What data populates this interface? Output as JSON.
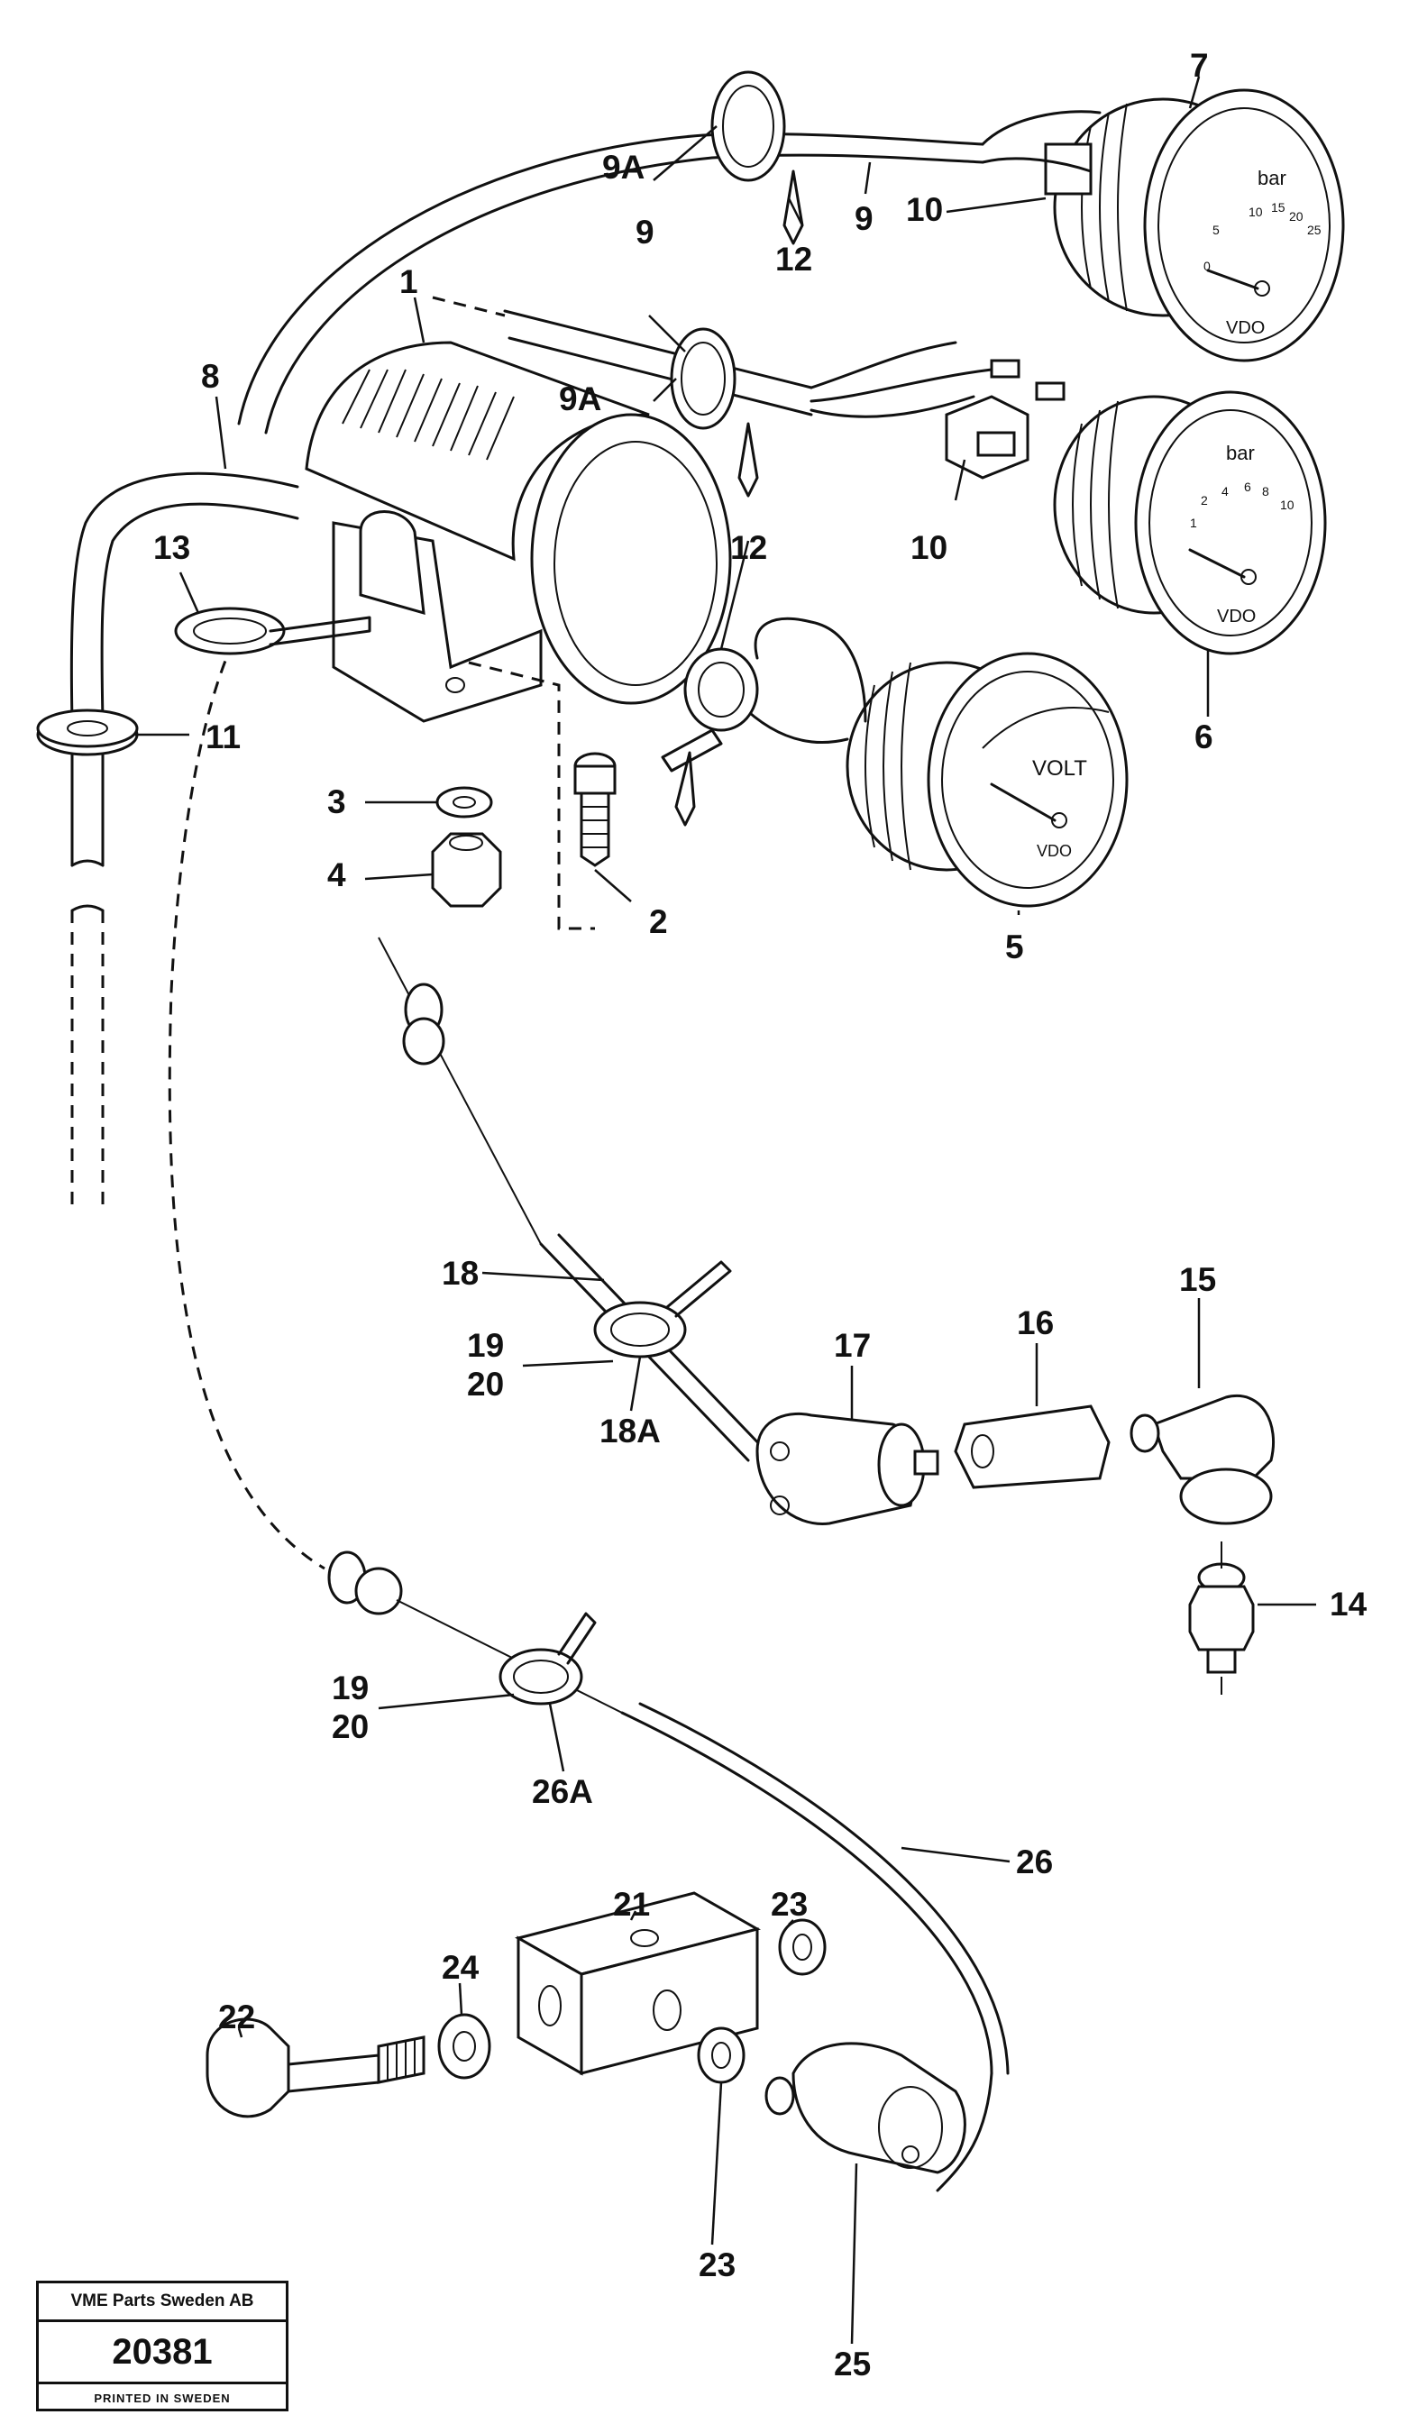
{
  "gauges": {
    "gauge_7": {
      "unit": "bar",
      "scale": [
        "0",
        "5",
        "10",
        "15",
        "20",
        "25"
      ],
      "brand": "VDO"
    },
    "gauge_6": {
      "unit": "bar",
      "scale": [
        "1",
        "2",
        "4",
        "6",
        "8",
        "10"
      ],
      "brand": "VDO"
    },
    "gauge_5": {
      "unit": "VOLT",
      "brand": "VDO"
    }
  },
  "callouts": {
    "c1": "1",
    "c2": "2",
    "c3": "3",
    "c4": "4",
    "c5": "5",
    "c6": "6",
    "c7": "7",
    "c8": "8",
    "c9a": "9",
    "c9b": "9",
    "c9a_1": "9A",
    "c9a_2": "9A",
    "c10a": "10",
    "c10b": "10",
    "c11": "11",
    "c12a": "12",
    "c12b": "12",
    "c13": "13",
    "c14": "14",
    "c15": "15",
    "c16": "16",
    "c17": "17",
    "c18": "18",
    "c18a": "18A",
    "c19a": "19",
    "c20a": "20",
    "c19b": "19",
    "c20b": "20",
    "c21": "21",
    "c22": "22",
    "c23a": "23",
    "c23b": "23",
    "c24": "24",
    "c25": "25",
    "c26": "26",
    "c26a": "26A"
  },
  "footer": {
    "company": "VME Parts Sweden AB",
    "number": "20381",
    "printed": "PRINTED IN SWEDEN"
  }
}
